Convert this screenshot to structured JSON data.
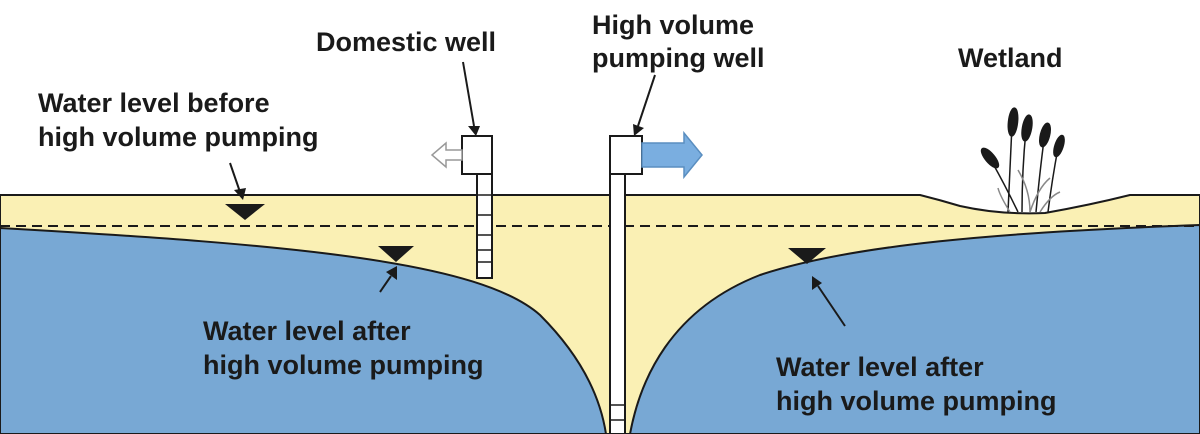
{
  "labels": {
    "domestic_well": "Domestic well",
    "high_volume_well": [
      "High volume",
      "pumping well"
    ],
    "wetland": "Wetland",
    "level_before": [
      "Water level before",
      "high volume pumping"
    ],
    "level_after_left": [
      "Water level after",
      "high volume pumping"
    ],
    "level_after_right": [
      "Water level after",
      "high volume pumping"
    ]
  },
  "colors": {
    "sky": "#ffffff",
    "unsaturated_soil": "#faf0b4",
    "groundwater": "#78a8d4",
    "arrow_fill": "#7aaee0",
    "outline": "#1a1a1a"
  }
}
